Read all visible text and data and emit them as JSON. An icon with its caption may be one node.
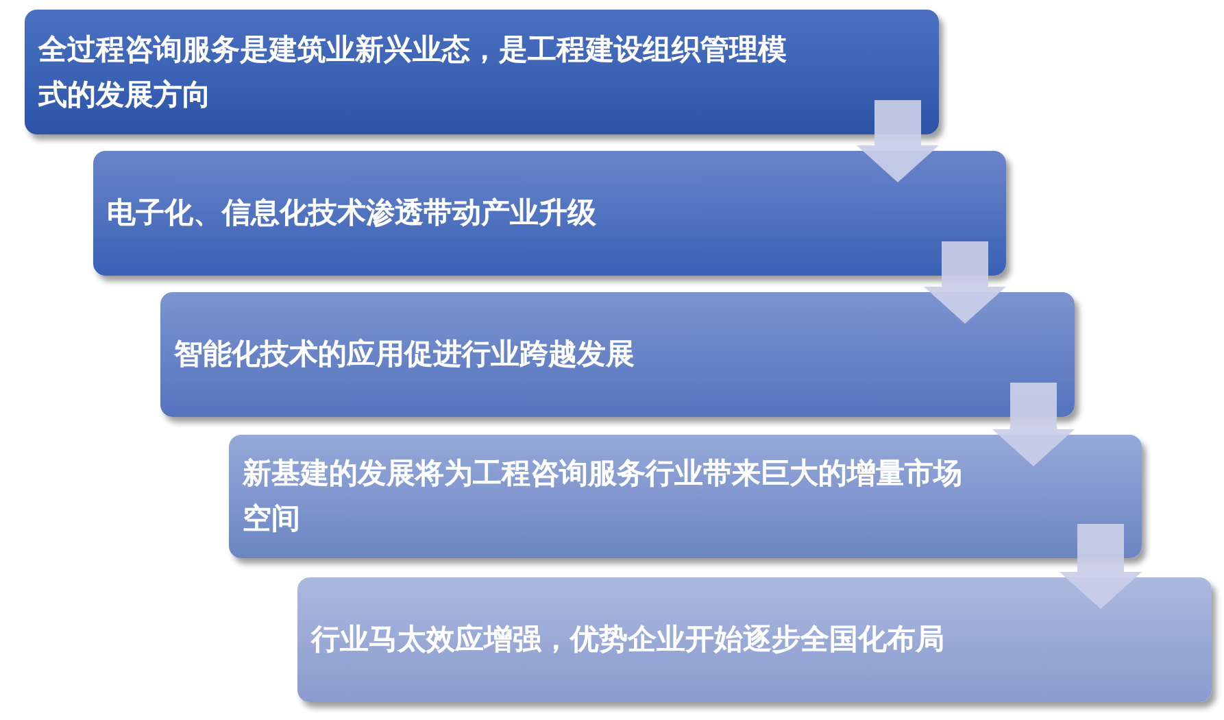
{
  "diagram": {
    "nodes": [
      {
        "text": [
          "全过程咨询服务是建筑业新兴业态，是工程建设组织管理模式的发展方向"
        ]
      },
      {
        "text": [
          "电子化、信息化技术渗透带动产业升级"
        ]
      },
      {
        "text": [
          "智能化技术的应用促进行业跨越发展"
        ]
      },
      {
        "text": [
          "新基建的发展将为工程咨询服务行业带来巨大的增量市场空间"
        ]
      },
      {
        "text": [
          "行业马太效应增强，优势企业开始逐步全国化布局"
        ]
      }
    ],
    "edges": [
      {
        "from": 0,
        "to": 1,
        "arrow": "to"
      },
      {
        "from": 1,
        "to": 2,
        "arrow": "to"
      },
      {
        "from": 2,
        "to": 3,
        "arrow": "to"
      },
      {
        "from": 3,
        "to": 4,
        "arrow": "to"
      }
    ]
  }
}
